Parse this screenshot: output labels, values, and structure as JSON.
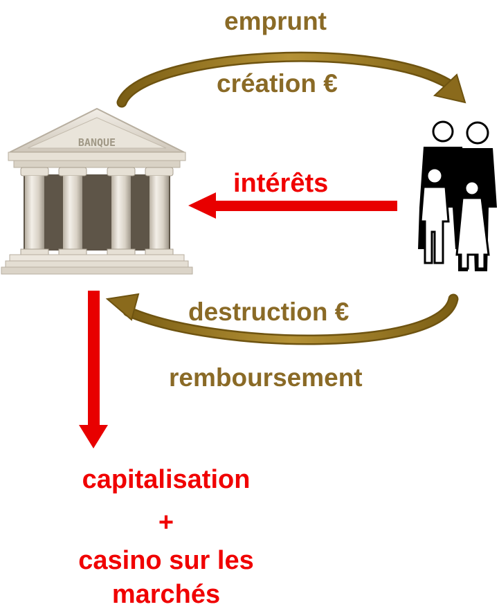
{
  "labels": {
    "emprunt": "emprunt",
    "creation": "création €",
    "interets": "intérêts",
    "destruction": "destruction €",
    "remboursement": "remboursement",
    "capitalisation": "capitalisation",
    "plus": "+",
    "casino": "casino sur les",
    "marches": "marchés"
  },
  "bank": {
    "sign": "BANQUE"
  },
  "colors": {
    "loan_arrow": "#9a7a1f",
    "red_arrow": "#e80000",
    "label_brown": "#8a6a26",
    "label_red": "#f00000"
  }
}
